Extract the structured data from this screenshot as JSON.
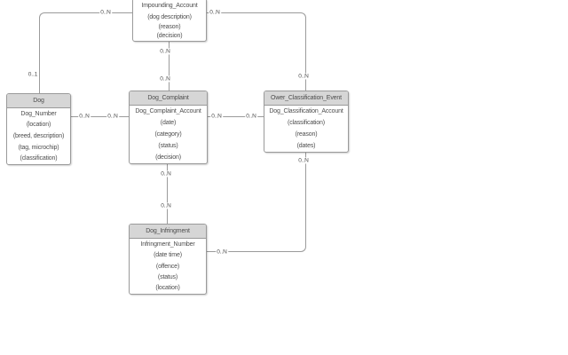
{
  "diagram": {
    "type": "entity-relationship",
    "colors": {
      "header_fill": "#d6d6d6",
      "border": "#9a9a9a",
      "line": "#9b9b9b",
      "text": "#4d4d4d",
      "background": "#ffffff"
    },
    "entities": [
      {
        "id": "impounding_account",
        "title": "Impounding_Account",
        "attributes": [
          "(dog description)",
          "(reason)",
          "(decision)"
        ]
      },
      {
        "id": "dog",
        "title": "Dog",
        "attributes": [
          "Dog_Number",
          "(location)",
          "(breed, description)",
          "(tag, microchip)",
          "(classification)"
        ]
      },
      {
        "id": "dog_complaint",
        "title": "Dog_Complaint",
        "attributes": [
          "Dog_Complaint_Account",
          "(date)",
          "(category)",
          "(status)",
          "(decision)"
        ]
      },
      {
        "id": "ower_classification_event",
        "title": "Ower_Classification_Event",
        "attributes": [
          "Dog_Classification_Account",
          "(classification)",
          "(reason)",
          "(dates)"
        ]
      },
      {
        "id": "dog_infringment",
        "title": "Dog_Infringment",
        "attributes": [
          "Infringment_Number",
          "(date time)",
          "(offence)",
          "(status)",
          "(location)"
        ]
      }
    ],
    "relationships": [
      {
        "from": "Impounding_Account",
        "from_card": "0..N",
        "to": "Dog",
        "to_card": "0..1"
      },
      {
        "from": "Impounding_Account",
        "from_card": "0..N",
        "to": "Dog_Complaint",
        "to_card": "0..N"
      },
      {
        "from": "Impounding_Account",
        "from_card": "0..N",
        "to": "Ower_Classification_Event",
        "to_card": "0..N"
      },
      {
        "from": "Dog",
        "from_card": "0..N",
        "to": "Dog_Complaint",
        "to_card": "0..N"
      },
      {
        "from": "Dog_Complaint",
        "from_card": "0..N",
        "to": "Ower_Classification_Event",
        "to_card": "0..N"
      },
      {
        "from": "Dog_Complaint",
        "from_card": "0..N",
        "to": "Dog_Infringment",
        "to_card": "0..N"
      },
      {
        "from": "Ower_Classification_Event",
        "from_card": "0..N",
        "to": "Dog_Infringment",
        "to_card": "0..N"
      }
    ],
    "cardinality_labels": [
      {
        "text": "0..N"
      },
      {
        "text": "0..1"
      },
      {
        "text": "0..N"
      },
      {
        "text": "0..N"
      },
      {
        "text": "0..N"
      },
      {
        "text": "0..N"
      },
      {
        "text": "0..N"
      },
      {
        "text": "0..N"
      },
      {
        "text": "0..N"
      },
      {
        "text": "0..N"
      },
      {
        "text": "0..N"
      },
      {
        "text": "0..N"
      },
      {
        "text": "0..N"
      },
      {
        "text": "0..N"
      }
    ]
  }
}
